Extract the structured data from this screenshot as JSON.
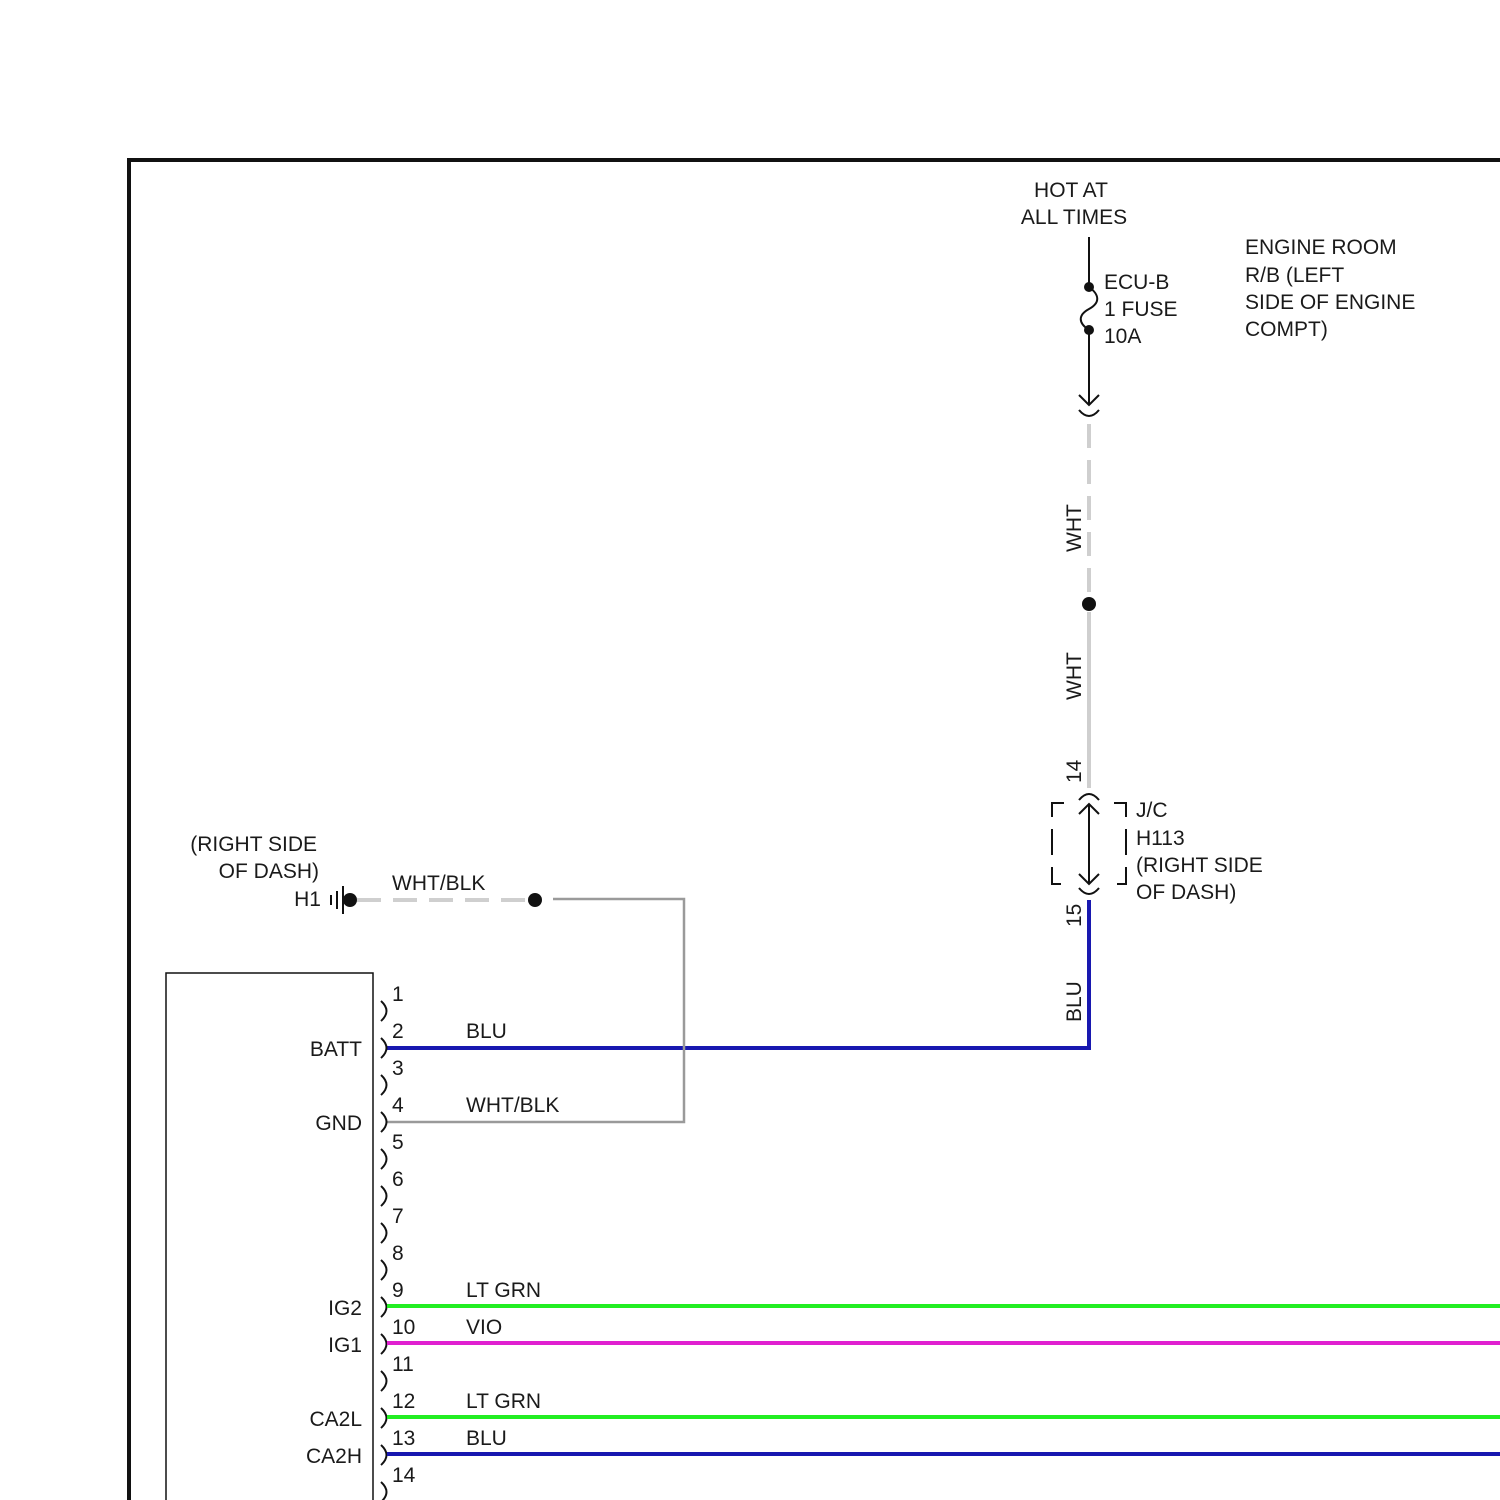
{
  "colors": {
    "frame": "#111111",
    "wht": "#cfcfcf",
    "wht_blk": "#9a9a9a",
    "blu": "#1818b0",
    "lt_grn": "#22ee22",
    "vio": "#e020d0",
    "black": "#111111"
  },
  "power": {
    "hot_label": [
      "HOT AT",
      "ALL TIMES"
    ],
    "fuse_label": [
      "ECU-B",
      "1 FUSE",
      "10A"
    ],
    "relay_box_label": [
      "ENGINE ROOM",
      "R/B (LEFT",
      "SIDE OF ENGINE",
      "COMPT)"
    ]
  },
  "wires": {
    "wht_upper": "WHT",
    "wht_lower": "WHT",
    "blu_vertical": "BLU",
    "ground_wire": "WHT/BLK"
  },
  "junction": {
    "pin_top": "14",
    "pin_bottom": "15",
    "label": [
      "J/C",
      "H113",
      "(RIGHT SIDE",
      "OF DASH)"
    ]
  },
  "ground": {
    "location": [
      "(RIGHT SIDE",
      "OF DASH)"
    ],
    "name": "H1"
  },
  "module": {
    "pins": [
      {
        "num": "1",
        "name": "",
        "wire": ""
      },
      {
        "num": "2",
        "name": "BATT",
        "wire": "BLU"
      },
      {
        "num": "3",
        "name": "",
        "wire": ""
      },
      {
        "num": "4",
        "name": "GND",
        "wire": "WHT/BLK"
      },
      {
        "num": "5",
        "name": "",
        "wire": ""
      },
      {
        "num": "6",
        "name": "",
        "wire": ""
      },
      {
        "num": "7",
        "name": "",
        "wire": ""
      },
      {
        "num": "8",
        "name": "",
        "wire": ""
      },
      {
        "num": "9",
        "name": "IG2",
        "wire": "LT GRN"
      },
      {
        "num": "10",
        "name": "IG1",
        "wire": "VIO"
      },
      {
        "num": "11",
        "name": "",
        "wire": ""
      },
      {
        "num": "12",
        "name": "CA2L",
        "wire": "LT GRN"
      },
      {
        "num": "13",
        "name": "CA2H",
        "wire": "BLU"
      },
      {
        "num": "14",
        "name": "",
        "wire": ""
      }
    ]
  }
}
